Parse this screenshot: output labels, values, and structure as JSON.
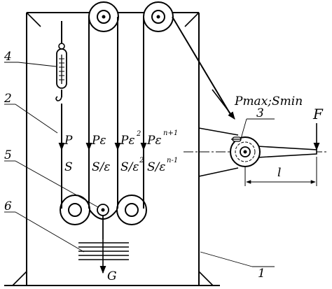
{
  "labels": {
    "n1": "1",
    "n2": "2",
    "n3": "3",
    "n4": "4",
    "n5": "5",
    "n6": "6"
  },
  "forces": {
    "p": "P",
    "s": "S",
    "pe": "Pε",
    "se": "S/ε",
    "pe2_base": "Pε",
    "pe2_exp": "2",
    "se2_base": "S/ε",
    "se2_exp": "2",
    "pen_base": "Pε",
    "pen_exp": "n+1",
    "sen_base": "S/ε",
    "sen_exp": "n-1",
    "pmax": "Pmax;Smin",
    "f": "F",
    "g": "G",
    "l": "l"
  }
}
